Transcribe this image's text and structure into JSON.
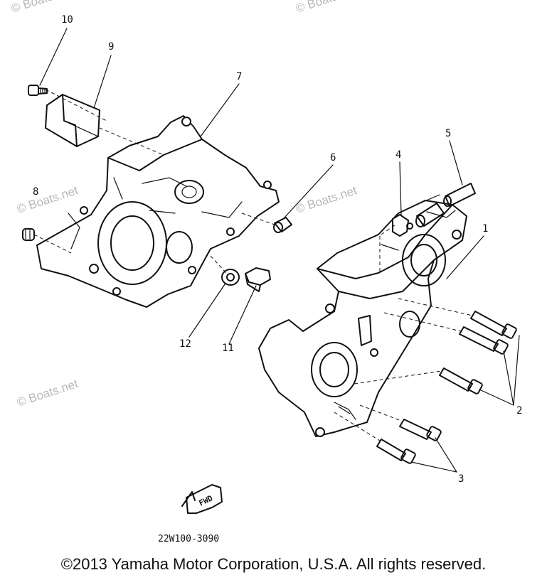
{
  "diagram": {
    "part_number": "22W100-3090",
    "fwd_label": "FWD",
    "copyright": "©2013 Yamaha Motor Corporation, U.S.A. All rights reserved.",
    "watermarks": [
      "© Boats.net",
      "© Boats.net",
      "© Boats.net",
      "© Boats.net",
      "© Boats.net"
    ],
    "callouts": [
      "10",
      "9",
      "7",
      "6",
      "4",
      "5",
      "1",
      "8",
      "2",
      "12",
      "11",
      "3"
    ]
  }
}
